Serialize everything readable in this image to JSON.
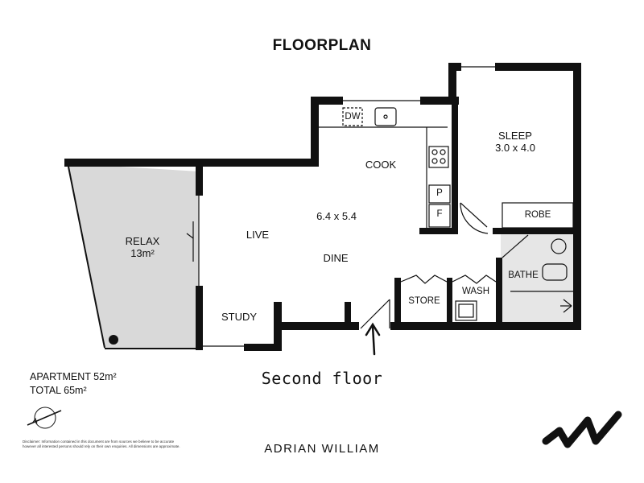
{
  "header": {
    "title": "FLOORPLAN"
  },
  "rooms": {
    "relax": {
      "name": "RELAX",
      "size": "13m²"
    },
    "live": {
      "name": "LIVE"
    },
    "dine": {
      "name": "DINE"
    },
    "cook": {
      "name": "COOK"
    },
    "main_dims": "6.4 x 5.4",
    "sleep": {
      "name": "SLEEP",
      "size": "3.0 x 4.0"
    },
    "robe": {
      "name": "ROBE"
    },
    "bathe": {
      "name": "BATHE"
    },
    "store": {
      "name": "STORE"
    },
    "wash": {
      "name": "WASH"
    },
    "study": {
      "name": "STUDY"
    },
    "dw": "DW",
    "pantry": "P",
    "fridge": "F"
  },
  "areas": {
    "apartment": "APARTMENT 52m²",
    "total": "TOTAL 65m²"
  },
  "floor_note": "Second floor",
  "brand": "ADRIAN WILLIAM",
  "disclaimer": "Disclaimer: Information contained in this document are from sources we believe to be accurate however all interested persons should rely on their own enquiries. All dimensions are approximate.",
  "colors": {
    "wall": "#111111",
    "balcony_fill": "#d9d9d9",
    "bath_fill": "#e6e6e6"
  }
}
